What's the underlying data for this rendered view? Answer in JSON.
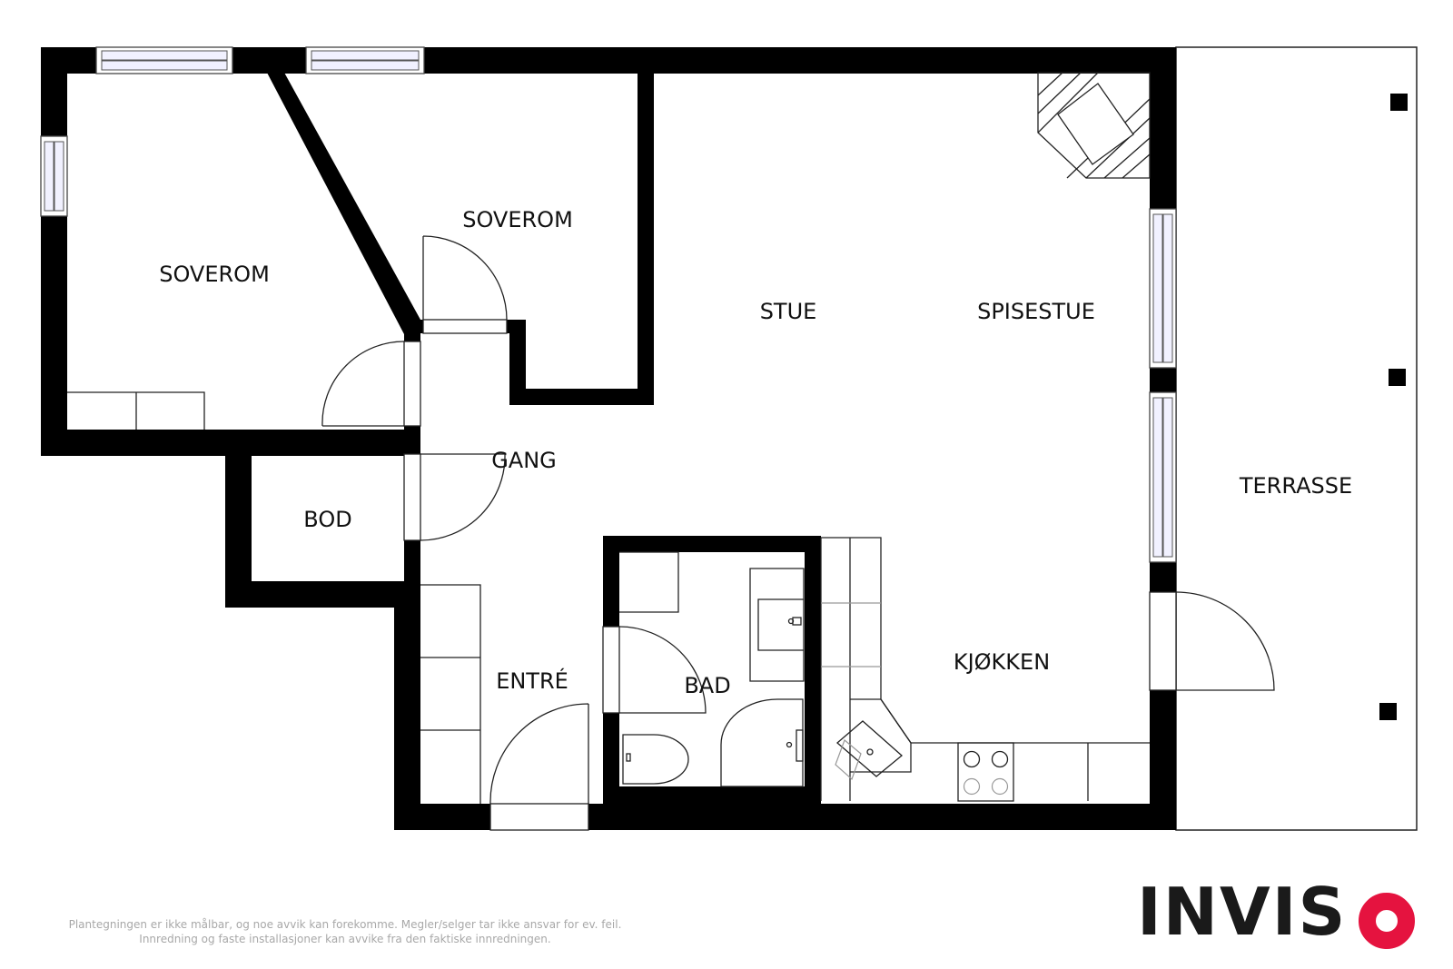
{
  "rooms": {
    "soverom_1": "SOVEROM",
    "soverom_2": "SOVEROM",
    "stue": "STUE",
    "spisestue": "SPISESTUE",
    "gang": "GANG",
    "bod": "BOD",
    "entre": "ENTRÉ",
    "bad": "BAD",
    "kjokken": "KJØKKEN",
    "terrasse": "TERRASSE"
  },
  "disclaimer": {
    "line1": "Plantegningen er ikke målbar, og noe avvik kan forekomme. Megler/selger tar ikke ansvar for ev. feil.",
    "line2": "Innredning og faste installasjoner kan avvike fra den faktiske innredningen."
  },
  "logo": {
    "text": "INVIS",
    "o_color": "#e5133f",
    "text_color": "#1a1a1a"
  }
}
